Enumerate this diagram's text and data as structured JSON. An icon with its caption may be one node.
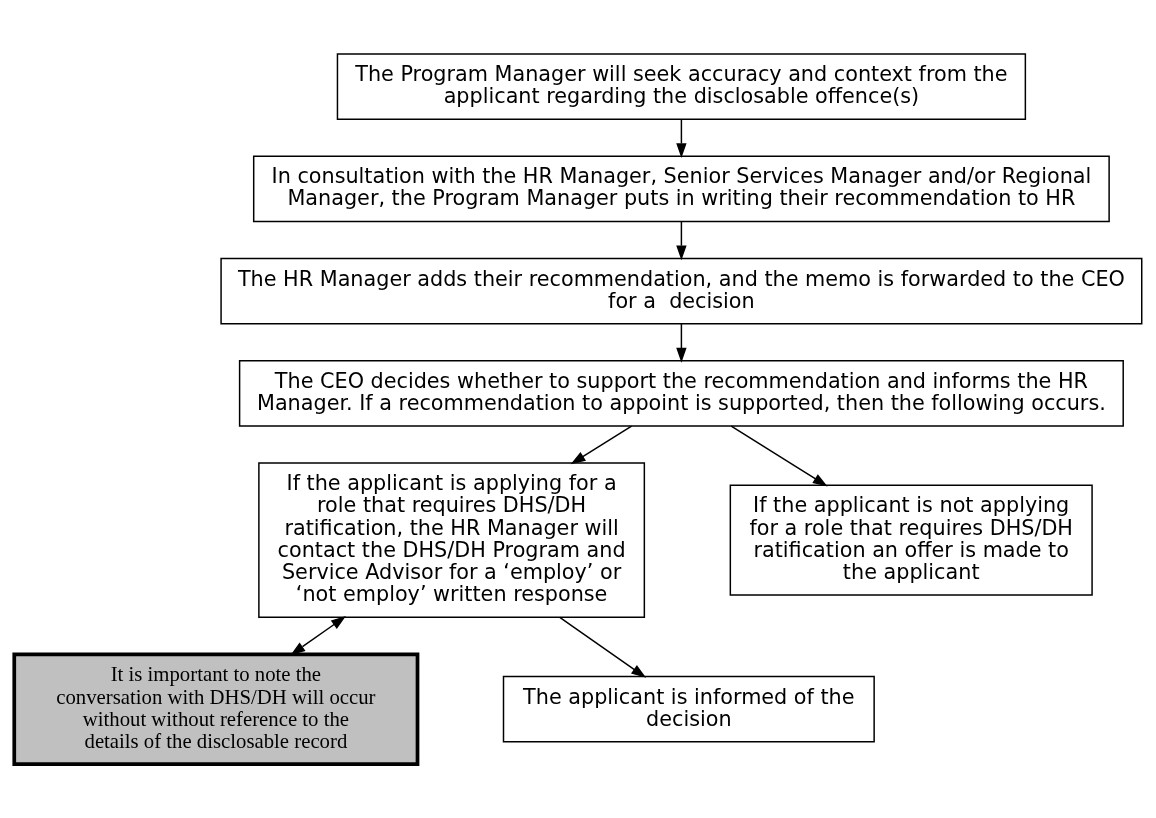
{
  "diagram": {
    "nodes": [
      {
        "text": [
          "The Program Manager will seek accuracy and context from the applicant regarding the disclosable offence(s)"
        ]
      },
      {
        "text": [
          "In consultation with the HR Manager, Senior Services Manager and/or Regional Manager, the Program Manager puts in writing their recommendation to HR"
        ]
      },
      {
        "text": [
          "The HR Manager adds their recommendation, and the memo is forwarded to the CEO for a  decision"
        ]
      },
      {
        "text": [
          "The CEO decides whether to support the recommendation and informs the HR Manager. If a recommendation to appoint is supported, then the following occurs."
        ]
      },
      {
        "text": [
          "If the applicant is applying for a role that requires DHS/DH ratification, the HR Manager will contact the DHS/DH Program and Service Advisor for a ‘employ’ or ‘not employ’ written response"
        ]
      },
      {
        "text": [
          "If the applicant is not applying for a role that requires DHS/DH ratification an offer is made to the applicant"
        ]
      },
      {
        "text": [
          "It is important to note the conversation with DHS/DH will occur without without reference to the details of the disclosable record"
        ]
      },
      {
        "text": [
          "The applicant is informed of the decision"
        ]
      }
    ],
    "edges": [
      {
        "from": 0,
        "to": 1,
        "arrow": "to"
      },
      {
        "from": 1,
        "to": 2,
        "arrow": "to"
      },
      {
        "from": 2,
        "to": 3,
        "arrow": "to"
      },
      {
        "from": 3,
        "to": 4,
        "arrow": "to"
      },
      {
        "from": 3,
        "to": 5,
        "arrow": "to"
      },
      {
        "from": 4,
        "to": 6,
        "arrow": "both"
      },
      {
        "from": 4,
        "to": 7,
        "arrow": "to"
      }
    ]
  }
}
